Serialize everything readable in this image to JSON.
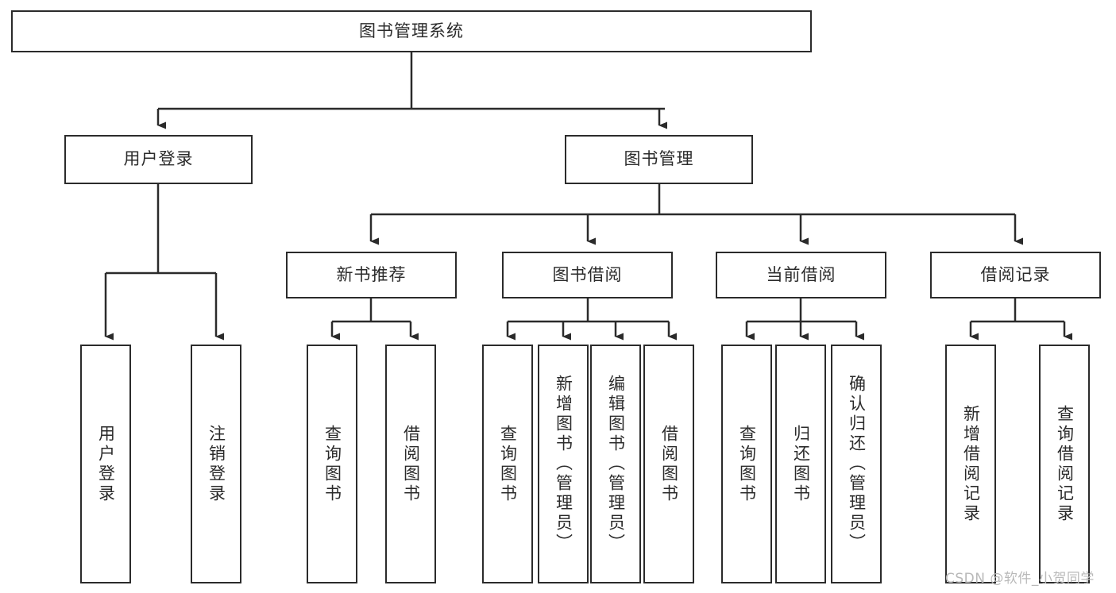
{
  "diagram": {
    "title": "图书管理系统",
    "type": "hierarchy-tree",
    "root": {
      "label": "图书管理系统"
    },
    "level2": [
      {
        "label": "用户登录"
      },
      {
        "label": "图书管理"
      }
    ],
    "level3": [
      {
        "label": "新书推荐"
      },
      {
        "label": "图书借阅"
      },
      {
        "label": "当前借阅"
      },
      {
        "label": "借阅记录"
      }
    ],
    "leaves_user_login": [
      {
        "label": "用户登录"
      },
      {
        "label": "注销登录"
      }
    ],
    "leaves_new_book": [
      {
        "label": "查询图书"
      },
      {
        "label": "借阅图书"
      }
    ],
    "leaves_borrow": [
      {
        "label": "查询图书"
      },
      {
        "label": "新增图书（管理员）"
      },
      {
        "label": "编辑图书（管理员）"
      },
      {
        "label": "借阅图书"
      }
    ],
    "leaves_current": [
      {
        "label": "查询图书"
      },
      {
        "label": "归还图书"
      },
      {
        "label": "确认归还（管理员）"
      }
    ],
    "leaves_records": [
      {
        "label": "新增借阅记录"
      },
      {
        "label": "查询借阅记录"
      }
    ]
  },
  "watermark": {
    "text": "CSDN @软件_小贺同学"
  },
  "colors": {
    "stroke": "#2b2b2b",
    "fill": "#ffffff",
    "text": "#2b2b2b",
    "watermark": "#b9b9b9"
  }
}
